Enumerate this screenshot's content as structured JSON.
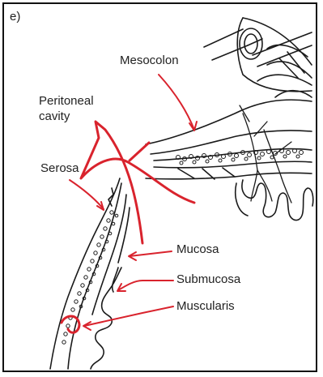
{
  "panel_label": "e)",
  "labels": {
    "mesocolon": "Mesocolon",
    "peritoneal_cavity_line1": "Peritoneal",
    "peritoneal_cavity_line2": "cavity",
    "serosa": "Serosa",
    "mucosa": "Mucosa",
    "submucosa": "Submucosa",
    "muscularis": "Muscularis"
  },
  "colors": {
    "annotation": "#d9232d",
    "ink": "#1a1a1a",
    "background": "#ffffff"
  }
}
